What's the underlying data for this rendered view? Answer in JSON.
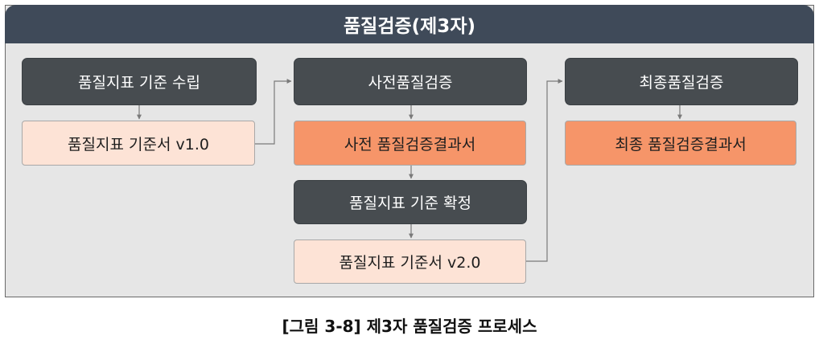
{
  "header": {
    "title": "품질검증(제3자)"
  },
  "col1": {
    "step_title": "품질지표 기준 수립",
    "doc": "품질지표 기준서 v1.0"
  },
  "col2": {
    "step_title": "사전품질검증",
    "doc": "사전 품질검증결과서",
    "confirm": "품질지표 기준 확정",
    "doc_v2": "품질지표 기준서 v2.0"
  },
  "col3": {
    "step_title": "최종품질검증",
    "doc": "최종 품질검증결과서"
  },
  "caption": "[그림 3-8] 제3자 품질검증 프로세스",
  "colors": {
    "header": "#3f4a59",
    "step": "#474c50",
    "doc_light": "#fde3d6",
    "doc_orange": "#f69569",
    "panel": "#e6e6e6"
  }
}
